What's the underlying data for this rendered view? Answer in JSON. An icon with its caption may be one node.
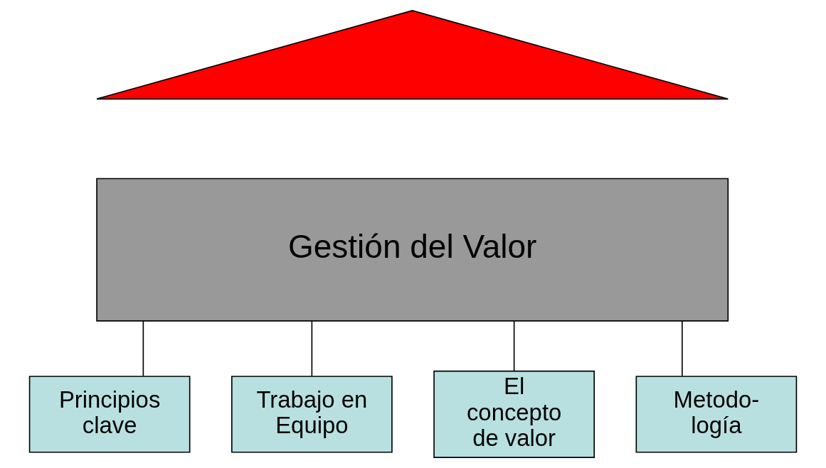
{
  "diagram": {
    "nodes": [
      {
        "text": [],
        "shape": "triangle"
      },
      {
        "text": [
          "Gestión del Valor"
        ]
      },
      {
        "text": [
          "Principios clave"
        ]
      },
      {
        "text": [
          "Trabajo en Equipo"
        ]
      },
      {
        "text": [
          "El concepto de valor"
        ]
      },
      {
        "text": [
          "Metodo- logía"
        ]
      }
    ],
    "edges": [
      {
        "from": 1,
        "to": 2,
        "arrow": "none"
      },
      {
        "from": 1,
        "to": 3,
        "arrow": "none"
      },
      {
        "from": 1,
        "to": 4,
        "arrow": "none"
      },
      {
        "from": 1,
        "to": 5,
        "arrow": "none"
      }
    ]
  }
}
